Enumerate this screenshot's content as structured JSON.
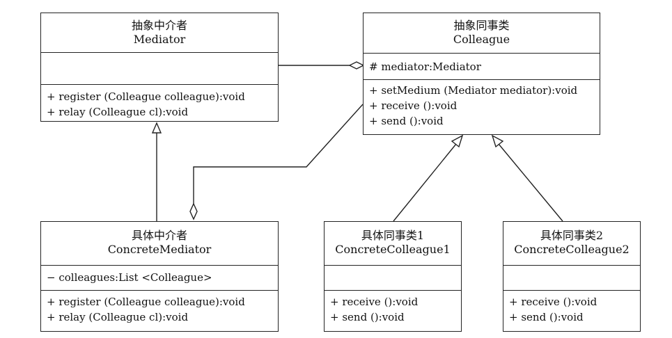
{
  "classes": {
    "mediator": {
      "name_cn": "抽象中介者",
      "name_en": "Mediator",
      "attributes": [],
      "methods": [
        "+ register (Colleague colleague):void",
        "+ relay (Colleague cl):void"
      ]
    },
    "colleague": {
      "name_cn": "抽象同事类",
      "name_en": "Colleague",
      "attributes": [
        "# mediator:Mediator"
      ],
      "methods": [
        "+ setMedium (Mediator mediator):void",
        "+ receive ():void",
        "+ send ():void"
      ]
    },
    "concrete_mediator": {
      "name_cn": "具体中介者",
      "name_en": "ConcreteMediator",
      "attributes": [
        "− colleagues:List <Colleague>"
      ],
      "methods": [
        "+ register (Colleague colleague):void",
        "+ relay (Colleague cl):void"
      ]
    },
    "concrete_colleague1": {
      "name_cn": "具体同事类1",
      "name_en": "ConcreteColleague1",
      "attributes": [],
      "methods": [
        "+ receive ():void",
        "+ send ():void"
      ]
    },
    "concrete_colleague2": {
      "name_cn": "具体同事类2",
      "name_en": "ConcreteColleague2",
      "attributes": [],
      "methods": [
        "+ receive ():void",
        "+ send ():void"
      ]
    }
  },
  "relationships": [
    {
      "type": "aggregation",
      "from": "colleague",
      "to": "mediator"
    },
    {
      "type": "aggregation",
      "from": "concrete_mediator",
      "to": "colleague"
    },
    {
      "type": "generalization",
      "from": "concrete_mediator",
      "to": "mediator"
    },
    {
      "type": "generalization",
      "from": "concrete_colleague1",
      "to": "colleague"
    },
    {
      "type": "generalization",
      "from": "concrete_colleague2",
      "to": "colleague"
    }
  ]
}
